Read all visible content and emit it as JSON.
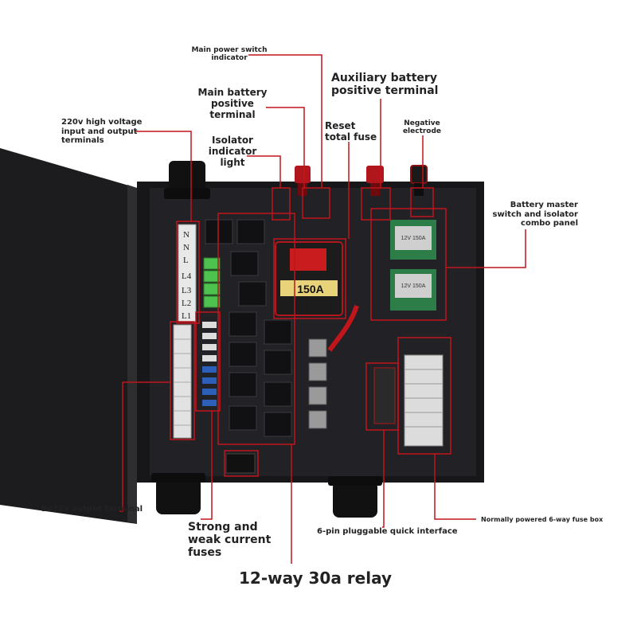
{
  "labels": {
    "main_power_switch_indicator": "Main power switch indicator",
    "auxiliary_battery_positive": "Auxiliary battery positive terminal",
    "main_battery_positive": "Main battery positive terminal",
    "reset_total_fuse": "Reset total fuse",
    "negative_electrode": "Negative electrode",
    "hv_220v_terminals": "220v high voltage input and output terminals",
    "isolator_indicator_light": "Isolator indicator light",
    "battery_master_switch": "Battery master switch and isolator combo panel",
    "dc12v_output": "Dc12v output terminal",
    "strong_weak_fuses": "Strong and weak current fuses",
    "six_pin_interface": "6-pin pluggable quick interface",
    "six_way_fuse_box": "Normally powered 6-way fuse box",
    "relay_caption": "12-way 30a relay"
  },
  "device_text": {
    "breaker_rating": "150A",
    "terminal_n1": "N",
    "terminal_n2": "N",
    "terminal_l": "L",
    "terminal_l4": "L4",
    "terminal_l3": "L3",
    "terminal_l2": "L2",
    "terminal_l1": "L1",
    "module_1": "12V 150A",
    "module_2": "12V 150A"
  },
  "colors": {
    "callout": "#c0151b",
    "enclosure": "#1b1b1d",
    "panel": "#222226",
    "text": "#222222"
  }
}
